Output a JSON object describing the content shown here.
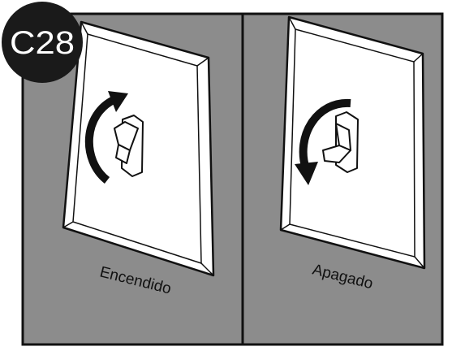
{
  "badge": {
    "label": "C28"
  },
  "panels": [
    {
      "caption": "Encendido",
      "state": "on",
      "arrow_direction": "up"
    },
    {
      "caption": "Apagado",
      "state": "off",
      "arrow_direction": "down"
    }
  ],
  "colors": {
    "wall": "#8c8c8c",
    "frame": "#111111",
    "plate": "#ffffff",
    "badge": "#1a1a1a"
  }
}
